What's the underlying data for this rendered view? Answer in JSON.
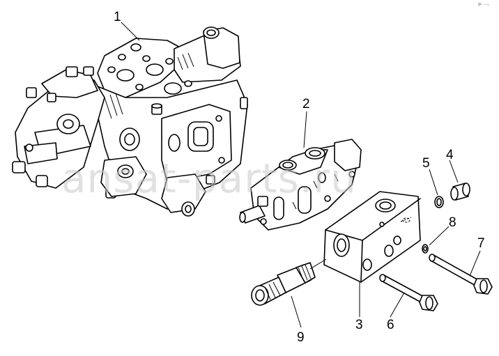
{
  "callouts": {
    "c1": "1",
    "c2": "2",
    "c3": "3",
    "c4": "4",
    "c5": "5",
    "c6": "6",
    "c7": "7",
    "c8": "8",
    "c9": "9"
  },
  "watermark": "ansat-parts.ru",
  "corner_mark": "P- ---"
}
